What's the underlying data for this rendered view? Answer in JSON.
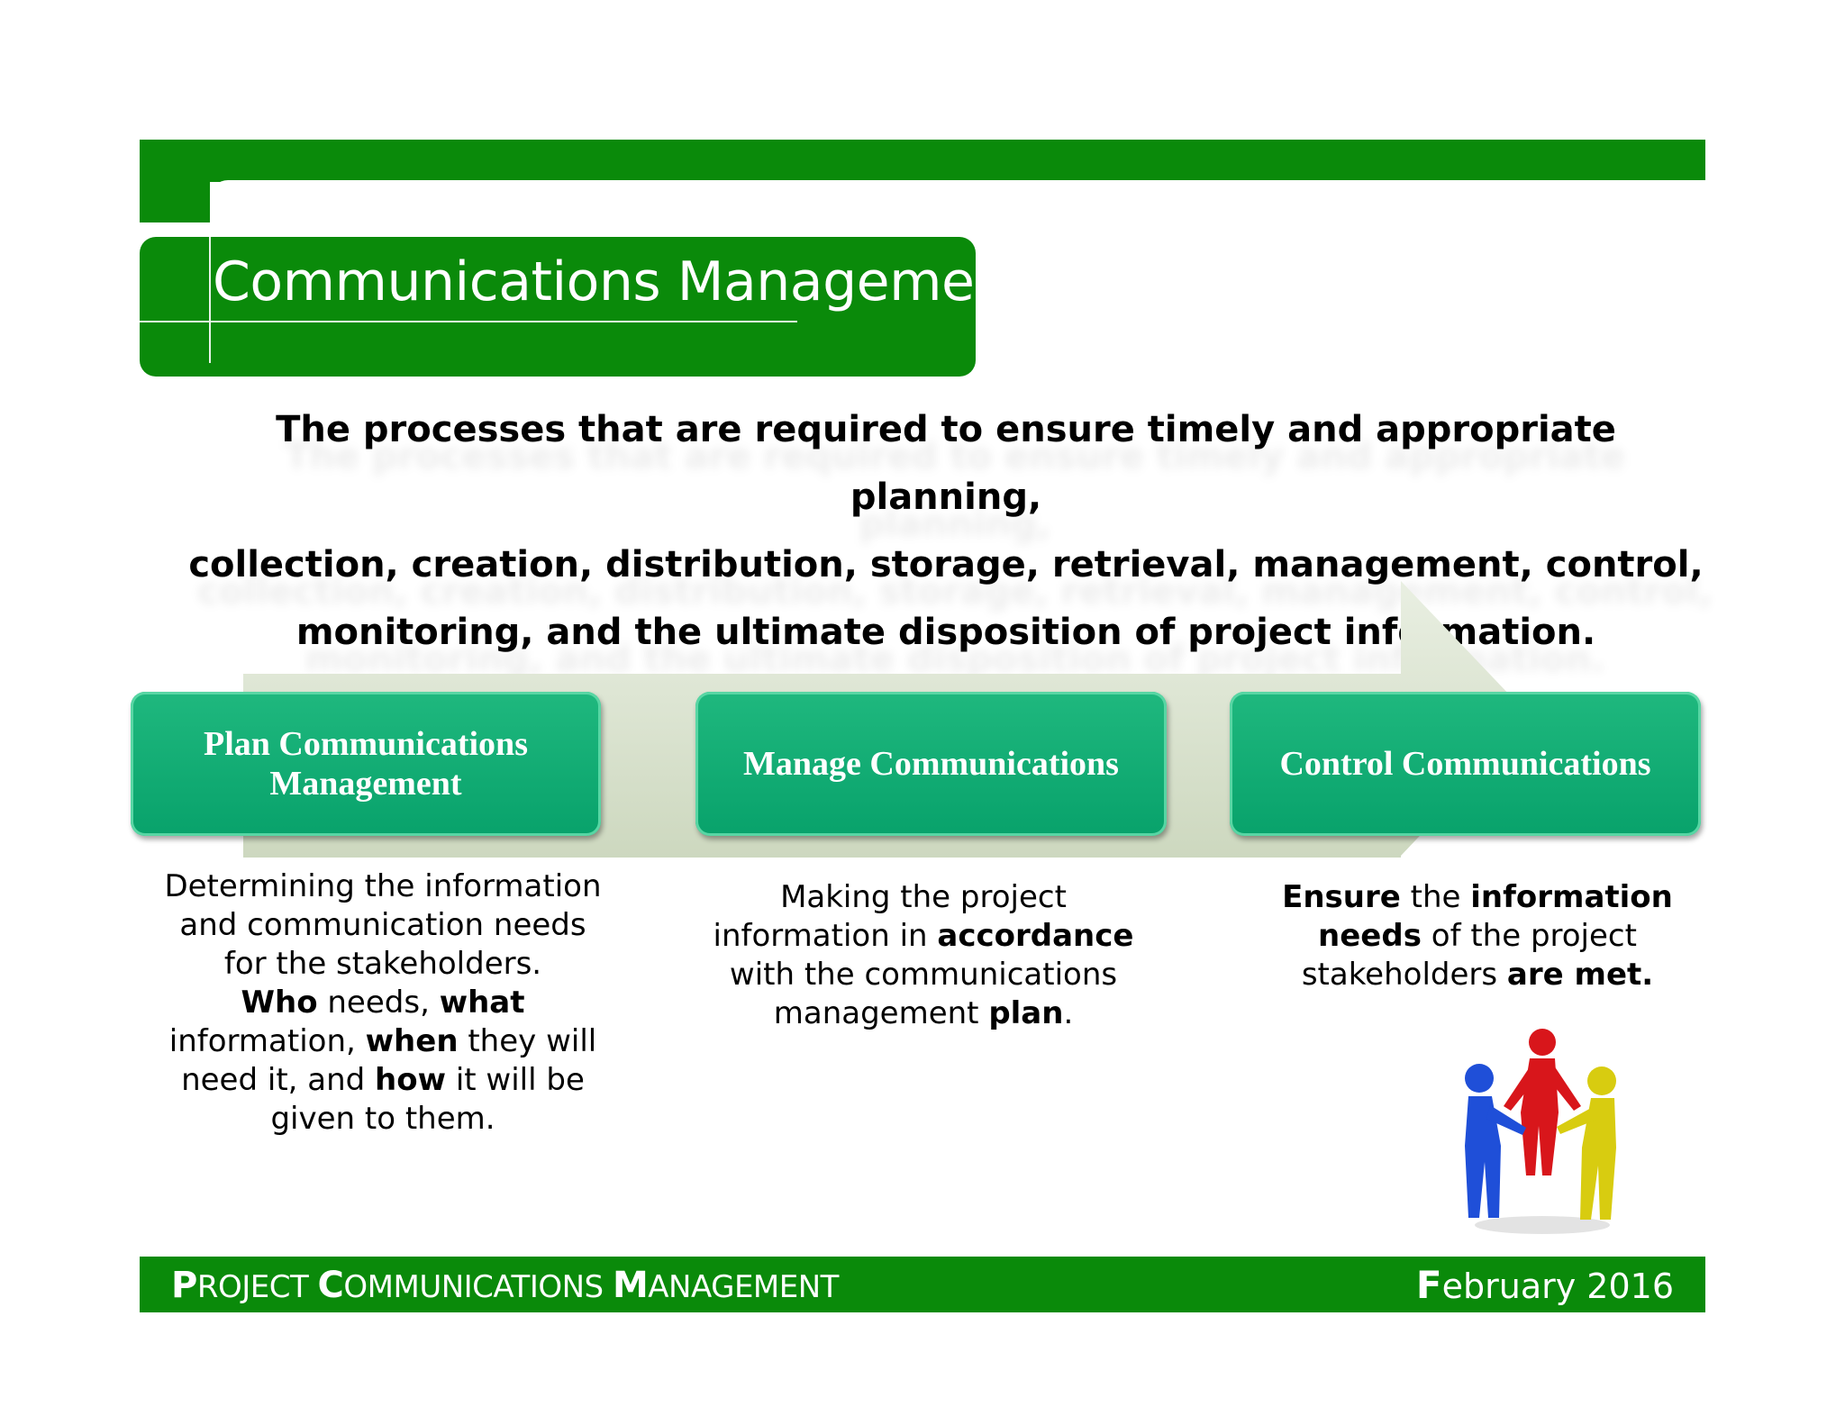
{
  "title": "Communications Management",
  "intro": {
    "line1": "The processes that are required to ensure timely and appropriate planning,",
    "line2": "collection, creation, distribution, storage, retrieval, management, control,",
    "line3": "monitoring, and the ultimate disposition of project information."
  },
  "steps": [
    {
      "line1": "Plan Communications",
      "line2": "Management"
    },
    {
      "label": "Manage Communications"
    },
    {
      "label": "Control Communications"
    }
  ],
  "desc1": {
    "l1": "Determining the information",
    "l2": "and communication needs",
    "l3": "for the stakeholders.",
    "who": "Who",
    "needs": " needs, ",
    "what": "what",
    "information": "information, ",
    "when": "when",
    "they_will": " they will",
    "need_it": "need it, and ",
    "how": "how",
    "it_will_be": " it will be",
    "given": "given to them."
  },
  "desc2": {
    "l1": "Making the project",
    "information_in": "information in ",
    "accordance": "accordance",
    "l3": "with the communications",
    "mgmt": "management ",
    "plan": "plan",
    "period": "."
  },
  "desc3": {
    "ensure": "Ensure",
    "the": " the ",
    "information": "information",
    "needs": "needs",
    "of_project": " of the project",
    "stakeholders": "stakeholders ",
    "are_met": "are met."
  },
  "footer": {
    "left_p": "P",
    "left_roject": "ROJECT ",
    "left_c": "C",
    "left_ommunications": "OMMUNICATIONS ",
    "left_m": "M",
    "left_anagement": "ANAGEMENT",
    "right_f": "F",
    "right_rest": "ebruary 2016"
  },
  "colors": {
    "brand_green": "#0a8a0a",
    "step_green": "#08a26b",
    "arrow": "#d6e0c8",
    "figure_blue": "#1f4fd8",
    "figure_red": "#d8161b",
    "figure_yellow": "#d8cc10"
  },
  "icons": [
    "people-circle-illustration"
  ]
}
